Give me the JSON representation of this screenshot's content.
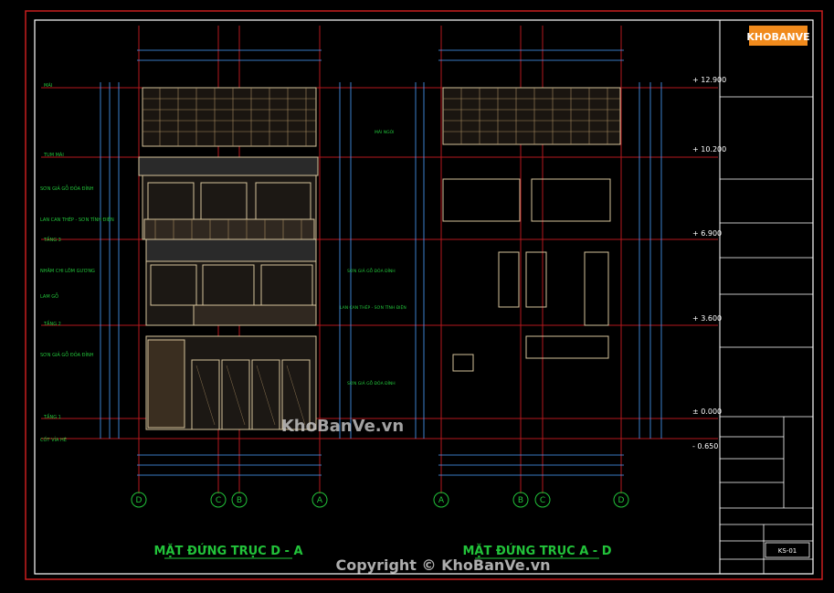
{
  "elev_left_title": "MẶT ĐỨNG TRỤC D - A",
  "elev_right_title": "MẶT ĐỨNG TRỤC A - D",
  "axes_left": [
    "D",
    "C",
    "B",
    "A"
  ],
  "axes_right": [
    "A",
    "B",
    "C",
    "D"
  ],
  "levels": [
    "+ 12.900",
    "+ 10.200",
    "+ 6.900",
    "+ 3.600",
    "± 0.000",
    "- 0.650"
  ],
  "left_labels": [
    "MÁI",
    "TUM MÁI",
    "SƠN GIẢ GỖ ĐỎA ĐỈNH",
    "LAN CAN THÉP - SƠN TĨNH ĐIỆN",
    "TẦNG 3",
    "NHÂM CHI LÔM GƯƠNG",
    "LAM GỖ",
    "TẦNG 2",
    "SƠN GIẢ GỖ ĐỎA ĐỈNH",
    "TẦNG 1",
    "CỐT VỈA HÈ"
  ],
  "mid_labels": [
    "MÁI NGÓI",
    "SƠN GIẢ GỖ ĐỎA ĐỈNH",
    "LAN CAN THÉP - SƠN TĨNH ĐIỆN",
    "SƠN GIẢ GỖ ĐỎA ĐỈNH"
  ],
  "watermark_center": "KhoBanVe.vn",
  "copyright": "Copyright © KhoBanVe.vn",
  "logo_text": "KHOBANVE",
  "title_block": {
    "signature_1": "KS-01"
  },
  "colors": {
    "accent_red": "#c81e1e",
    "dim_blue": "#4aa0ff",
    "axis_green": "#22c33a",
    "facade": "#d5c29a"
  }
}
